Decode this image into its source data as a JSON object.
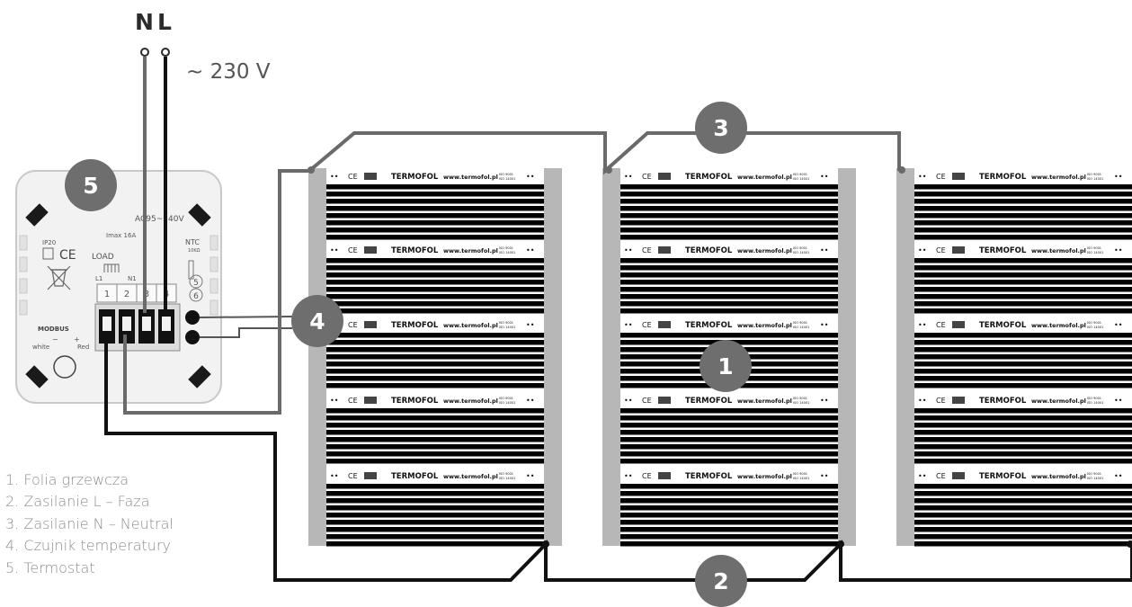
{
  "labels": {
    "n": "N",
    "l": "L",
    "voltage": "~ 230 V"
  },
  "badges": {
    "b1": "1",
    "b2": "2",
    "b3": "3",
    "b4": "4",
    "b5": "5"
  },
  "legend": [
    "1. Folia grzewcza",
    "2. Zasilanie L – Faza",
    "3. Zasilanie N – Neutral",
    "4. Czujnik temperatury",
    "5. Termostat"
  ],
  "film_strip": {
    "brand": "TERMOFOL",
    "url": "www.termofol.pl",
    "ce": "CE",
    "iso_line1": "ISO 9001",
    "iso_line2": "ISO 14001"
  },
  "thermostat": {
    "ac_rating": "AC95~240V",
    "imax": "Imax 16A",
    "ip": "IP20",
    "ce": "CE",
    "load": "LOAD",
    "l1": "L1",
    "n1": "N1",
    "ntc": "NTC",
    "ntc_sub": "10KΩ",
    "terminals": [
      "1",
      "2",
      "3",
      "4"
    ],
    "ntc_terminals": [
      "5",
      "6"
    ],
    "modbus": "MODBUS",
    "minus": "−",
    "plus": "+",
    "white": "white",
    "red": "Red"
  },
  "colors": {
    "badge": "#6e6e6e",
    "grey_wire": "#6a6a6a",
    "black_wire": "#111111",
    "heating_stripe": "#000000",
    "strip_edge": "#b7b7b7"
  }
}
